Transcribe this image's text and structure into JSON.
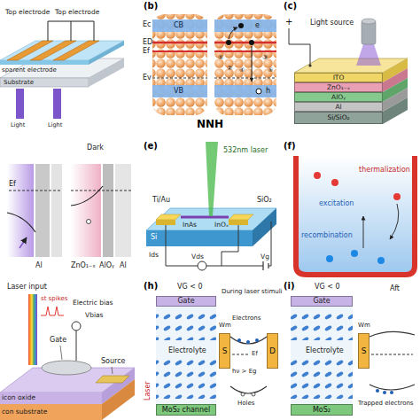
{
  "diagram": {
    "nodes": [
      {
        "text": [
          "ITO"
        ]
      },
      {
        "text": [
          "ZnO₁₋ₓ"
        ]
      },
      {
        "text": [
          "AlOᵧ"
        ]
      },
      {
        "text": [
          "Al"
        ]
      },
      {
        "text": [
          "Si/SiO₂"
        ]
      },
      {
        "text": [
          "Gate"
        ]
      },
      {
        "text": [
          "MoS₂ channel"
        ]
      },
      {
        "text": [
          "S"
        ]
      },
      {
        "text": [
          "D"
        ]
      },
      {
        "text": [
          "Gate"
        ]
      },
      {
        "text": [
          "MoS₂"
        ]
      },
      {
        "text": [
          "S"
        ]
      }
    ],
    "labels": [
      "Top electrode",
      "Top electrode",
      "sparent electrode",
      "Substrate",
      "Light",
      "Light",
      "(b)",
      "Ec",
      "CB",
      "ED",
      "Ef",
      "Ev",
      "VB",
      "①",
      "②",
      "③",
      "④",
      "⑤",
      "e",
      "h",
      "NNH",
      "(c)",
      "+",
      "Light source",
      "(e)",
      "532nm laser",
      "Ti/Au",
      "SiO₂",
      "InAs",
      "InOₓ",
      "Si",
      "Ids",
      "Vds",
      "Vg",
      "(f)",
      "thermalization",
      "excitation",
      "recombination",
      "Dark",
      "Ef",
      "Al",
      "ZnO₁₋ₓ",
      "AlOᵧ",
      "Al",
      "Laser input",
      "st spikes",
      "Electric bias",
      "Vbias",
      "Gate",
      "Source",
      "icon oxide",
      "con substrate",
      "(h)",
      "VG < 0",
      "Electrolyte",
      "Laser",
      "During laser stimuli",
      "Electrons",
      "Wm",
      "Ef",
      "hν > Eg",
      "Holes",
      "(i)",
      "VG < 0",
      "Electrolyte",
      "Aft",
      "Wm",
      "Trapped electrons"
    ]
  }
}
